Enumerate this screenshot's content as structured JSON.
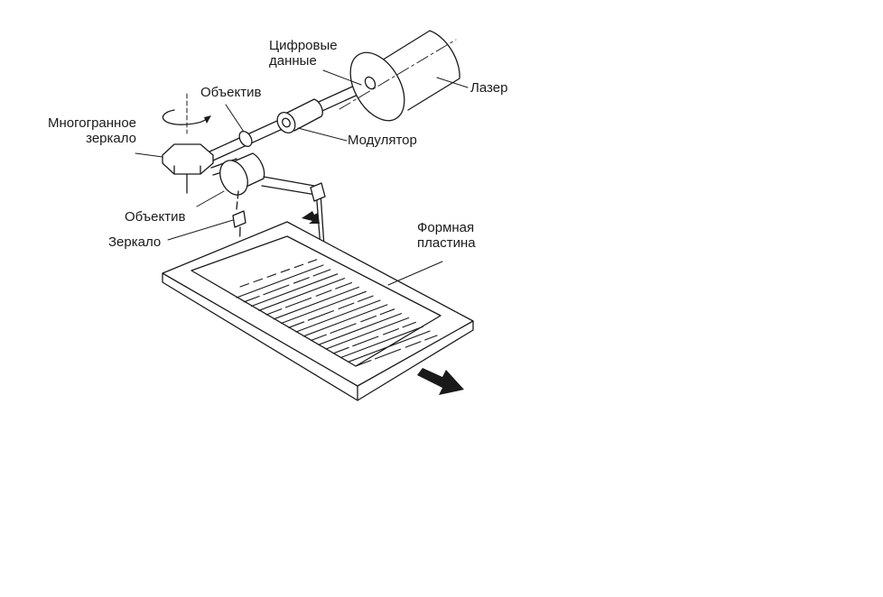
{
  "labels": {
    "digital_data_line1": "Цифровые",
    "digital_data_line2": "данные",
    "laser": "Лазер",
    "lens_top": "Объектив",
    "polygon_mirror_line1": "Многогранное",
    "polygon_mirror_line2": "зеркало",
    "modulator": "Модулятор",
    "lens_bottom": "Объектив",
    "mirror": "Зеркало",
    "plate_line1": "Формная",
    "plate_line2": "пластина"
  },
  "colors": {
    "stroke": "#1a1a1a",
    "fill": "#ffffff",
    "arrow": "#1a1a1a"
  }
}
